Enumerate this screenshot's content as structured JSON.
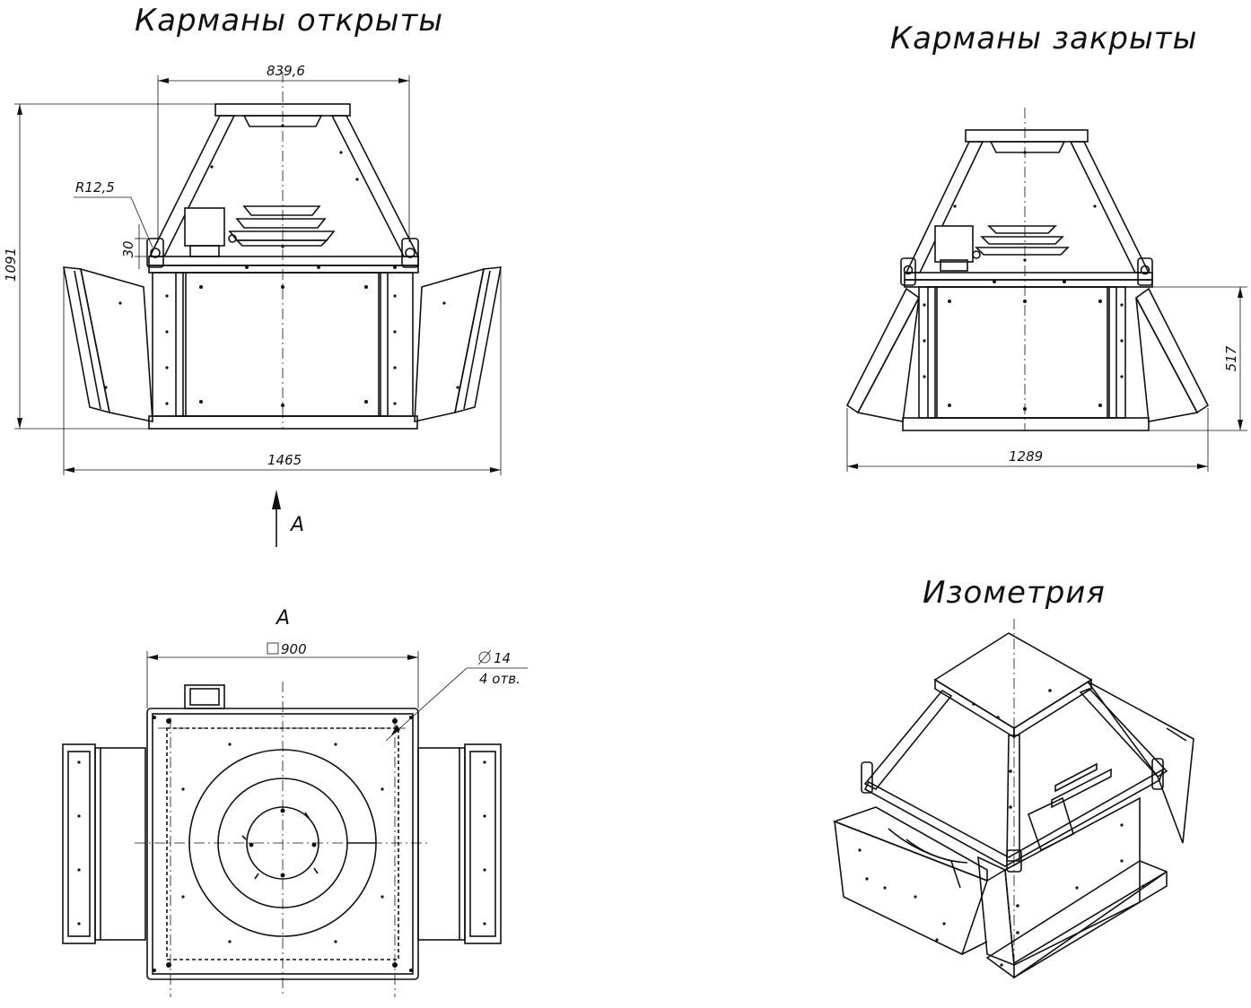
{
  "views": {
    "open": {
      "title": "Карманы открыты"
    },
    "closed": {
      "title": "Карманы закрыты"
    },
    "top": {
      "title": "А"
    },
    "iso": {
      "title": "Изометрия"
    }
  },
  "dimensions": {
    "top_width": "839,6",
    "height_total": "1091",
    "radius": "R12,5",
    "offset_30": "30",
    "width_open": "1465",
    "width_closed": "1289",
    "height_closed": "517",
    "square_side": "900",
    "hole_dia": "14",
    "hole_count": "4 отв."
  },
  "view_arrow_label": "А"
}
